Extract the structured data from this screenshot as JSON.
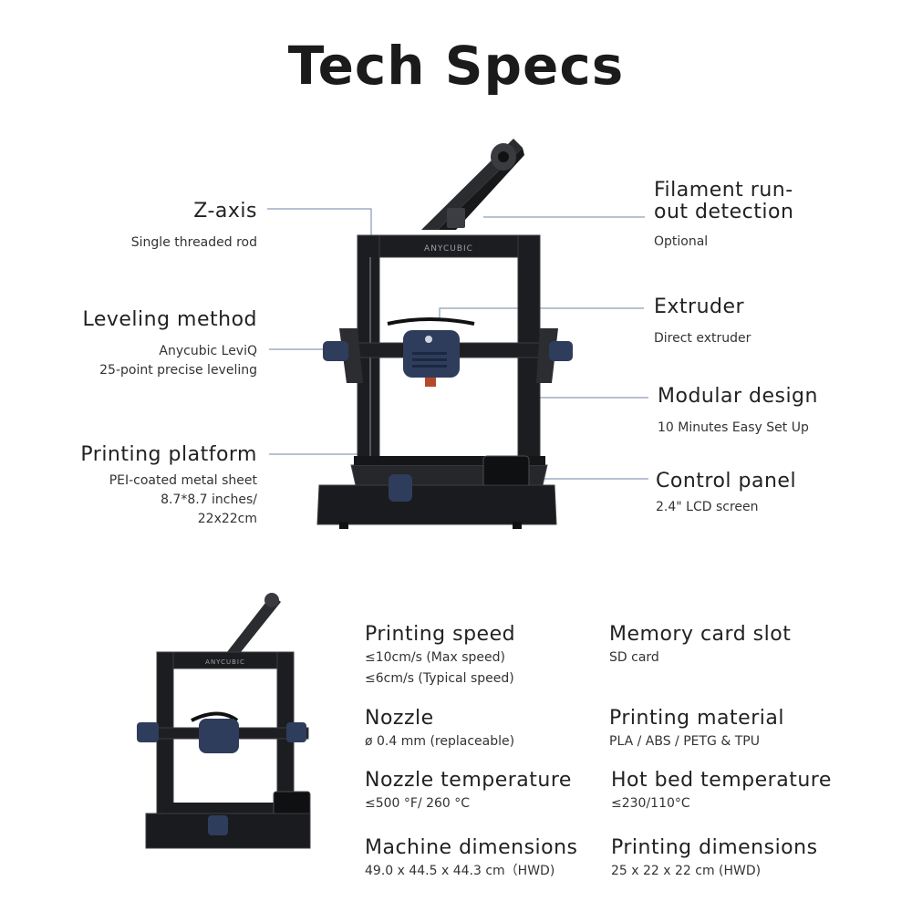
{
  "page": {
    "title": "Tech Specs"
  },
  "brand": "ANYCUBIC",
  "callouts": [
    {
      "heading": "Z-axis",
      "lines": [
        "Single threaded rod"
      ]
    },
    {
      "heading": "Leveling method",
      "lines": [
        "Anycubic LeviQ",
        "25-point precise leveling"
      ]
    },
    {
      "heading": "Printing platform",
      "lines": [
        "PEI-coated metal sheet",
        "8.7*8.7 inches/",
        "22x22cm"
      ]
    },
    {
      "heading": "Filament run-out detection",
      "heading_lines": [
        "Filament run-",
        "out detection"
      ],
      "lines": [
        "Optional"
      ]
    },
    {
      "heading": "Extruder",
      "lines": [
        "Direct extruder"
      ]
    },
    {
      "heading": "Modular design",
      "lines": [
        "10 Minutes Easy Set Up"
      ]
    },
    {
      "heading": "Control panel",
      "lines": [
        "2.4\" LCD screen"
      ]
    }
  ],
  "specs": [
    {
      "heading": "Printing speed",
      "lines": [
        "≤10cm/s (Max speed)",
        "≤6cm/s (Typical speed)"
      ]
    },
    {
      "heading": "Memory card slot",
      "lines": [
        "SD card"
      ]
    },
    {
      "heading": "Nozzle",
      "lines": [
        "ø 0.4 mm (replaceable)"
      ]
    },
    {
      "heading": "Printing material",
      "lines": [
        "PLA / ABS / PETG & TPU"
      ]
    },
    {
      "heading": "Nozzle temperature",
      "lines": [
        "≤500 °F/ 260 °C"
      ]
    },
    {
      "heading": "Hot bed temperature",
      "lines": [
        "≤230/110°C"
      ]
    },
    {
      "heading": "Machine dimensions",
      "lines": [
        "49.0 x 44.5 x 44.3 cm（HWD)"
      ]
    },
    {
      "heading": "Printing dimensions",
      "lines": [
        "25 x 22 x 22 cm (HWD)"
      ]
    }
  ],
  "colors": {
    "frame": "#1c1d20",
    "frame_edge": "#3a3c40",
    "accent_blue": "#2f3d5c",
    "leader_line": "#6f86a6",
    "text": "#1f1f1f"
  }
}
